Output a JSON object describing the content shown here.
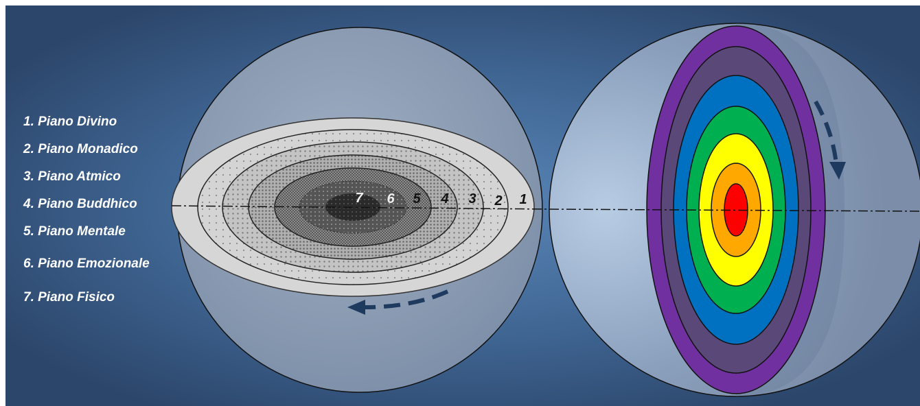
{
  "legend": {
    "items": [
      "1. Piano Divino",
      "2. Piano Monadico",
      "3. Piano Atmico",
      "4. Piano Buddhico",
      "5. Piano Mentale",
      "6. Piano Emozionale",
      "7. Piano Fisico"
    ]
  },
  "left_sphere": {
    "ring_numbers": [
      "1",
      "2",
      "3",
      "4",
      "5",
      "6",
      "7"
    ],
    "rotation_arrow": "counterclockwise"
  },
  "right_sphere": {
    "ring_colors": [
      "#7030A0",
      "#5A4878",
      "#0070C0",
      "#00B050",
      "#FFFF00",
      "#FFA800",
      "#FF0000"
    ],
    "rotation_arrow": "clockwise-down"
  },
  "colors": {
    "background_edge": "#2E4A6E",
    "background_glow": "#4F79A8",
    "sphere_fill": "#8C9DB4",
    "disc_light": "#D9D9D9",
    "arrow": "#1F3A5F"
  }
}
